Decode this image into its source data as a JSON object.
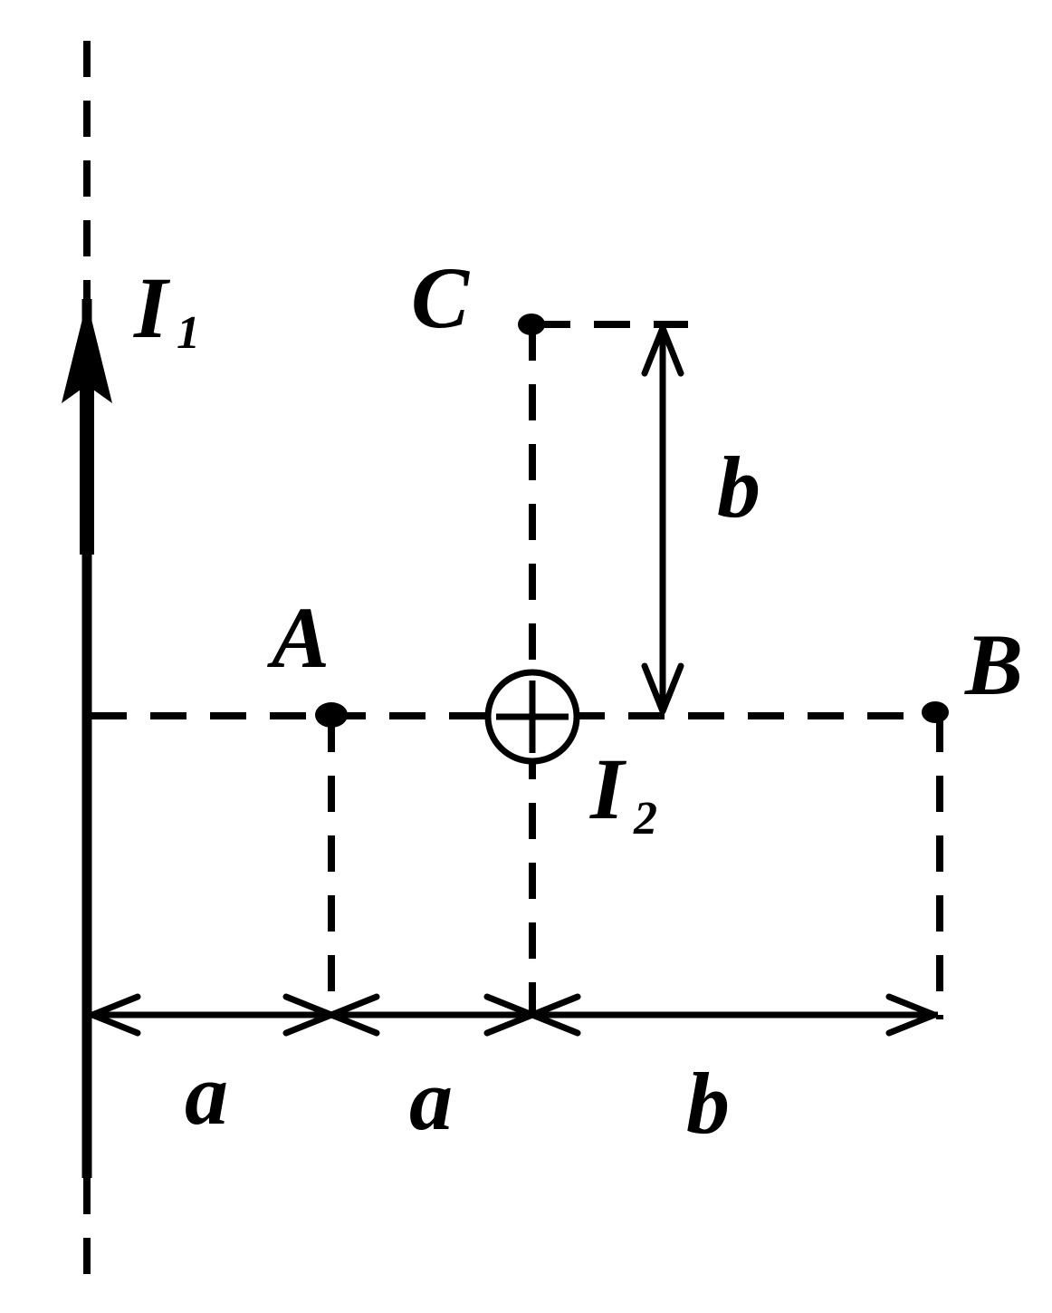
{
  "labels": {
    "current_1": "I",
    "current_1_sub": "1",
    "current_2": "I",
    "current_2_sub": "2",
    "point_a": "A",
    "point_b": "B",
    "point_c": "C",
    "dim_a_left": "a",
    "dim_a_mid": "a",
    "dim_b_bottom": "b",
    "dim_b_vertical": "b"
  },
  "colors": {
    "ink": "#000000",
    "background": "#ffffff"
  },
  "icons": {
    "current_2_symbol": "circled-plus-icon",
    "current_1_direction": "arrow-up-icon"
  }
}
